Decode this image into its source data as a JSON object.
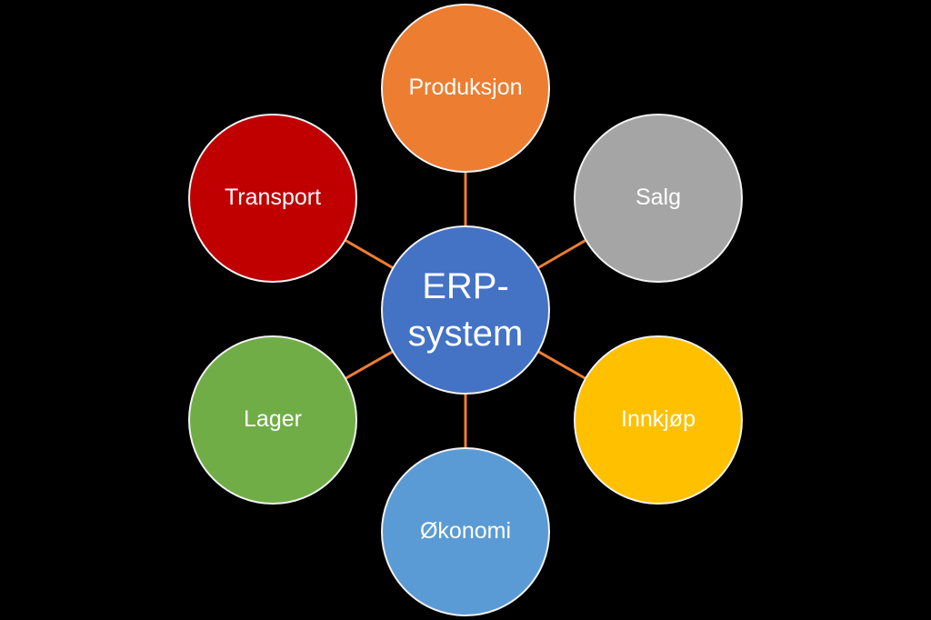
{
  "diagram": {
    "type": "radial-cycle",
    "background_color": "#000000",
    "connector_color": "#ED7D31",
    "node_border_color": "#F2F2F2",
    "text_color": "#FFFFFF",
    "center": {
      "label": "ERP-system",
      "color": "#4472C4"
    },
    "nodes": [
      {
        "id": "produksjon",
        "label": "Produksjon",
        "color": "#ED7D31",
        "position": "top"
      },
      {
        "id": "salg",
        "label": "Salg",
        "color": "#A5A5A5",
        "position": "top-right"
      },
      {
        "id": "innkjop",
        "label": "Innkjøp",
        "color": "#FFC000",
        "position": "bottom-right"
      },
      {
        "id": "okonomi",
        "label": "Økonomi",
        "color": "#5B9BD5",
        "position": "bottom"
      },
      {
        "id": "lager",
        "label": "Lager",
        "color": "#70AD47",
        "position": "bottom-left"
      },
      {
        "id": "transport",
        "label": "Transport",
        "color": "#C00000",
        "position": "top-left"
      }
    ]
  }
}
